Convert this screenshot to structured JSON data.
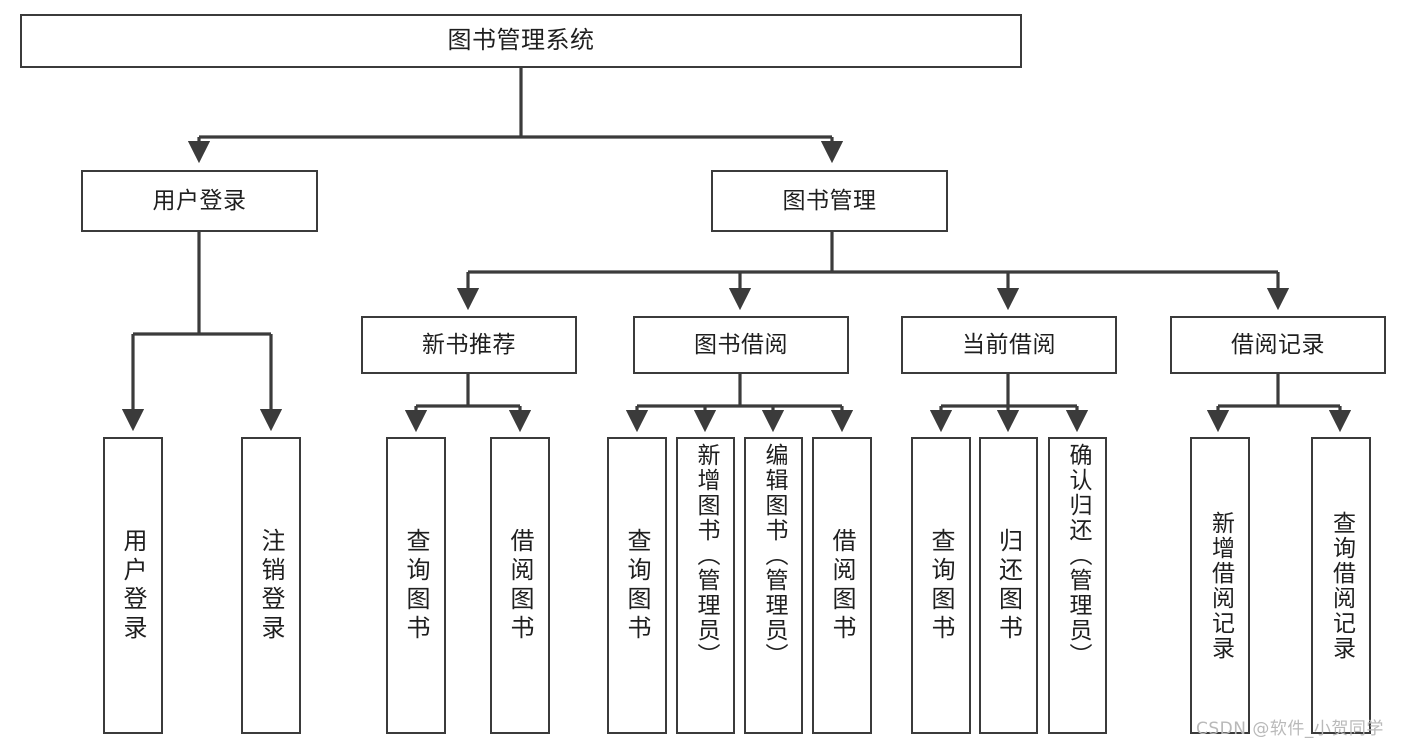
{
  "diagram": {
    "type": "tree-hierarchy",
    "title": "图书管理系统",
    "background_color": "#ffffff",
    "line_color": "#3b3b3b",
    "text_color": "#1f1f1f",
    "nodes": {
      "root": {
        "label": "图书管理系统"
      },
      "level2": [
        {
          "id": "user-login",
          "label": "用户登录"
        },
        {
          "id": "book-manage",
          "label": "图书管理"
        }
      ],
      "level3": [
        {
          "id": "new-book-recommend",
          "label": "新书推荐"
        },
        {
          "id": "book-borrow",
          "label": "图书借阅"
        },
        {
          "id": "current-borrow",
          "label": "当前借阅"
        },
        {
          "id": "borrow-record",
          "label": "借阅记录"
        }
      ],
      "leaves": [
        {
          "id": "leaf-user-login",
          "label": "用户登录",
          "parent": "user-login"
        },
        {
          "id": "leaf-logout-login",
          "label": "注销登录",
          "parent": "user-login"
        },
        {
          "id": "leaf-query-book-1",
          "label": "查询图书",
          "parent": "new-book-recommend"
        },
        {
          "id": "leaf-borrow-book-1",
          "label": "借阅图书",
          "parent": "new-book-recommend"
        },
        {
          "id": "leaf-query-book-2",
          "label": "查询图书",
          "parent": "book-borrow"
        },
        {
          "id": "leaf-add-book",
          "label": "新增图书（管理员）",
          "parent": "book-borrow"
        },
        {
          "id": "leaf-edit-book",
          "label": "编辑图书（管理员）",
          "parent": "book-borrow"
        },
        {
          "id": "leaf-borrow-book-2",
          "label": "借阅图书",
          "parent": "book-borrow"
        },
        {
          "id": "leaf-query-book-3",
          "label": "查询图书",
          "parent": "current-borrow"
        },
        {
          "id": "leaf-return-book",
          "label": "归还图书",
          "parent": "current-borrow"
        },
        {
          "id": "leaf-confirm-return",
          "label": "确认归还（管理员）",
          "parent": "current-borrow"
        },
        {
          "id": "leaf-add-record",
          "label": "新增借阅记录",
          "parent": "borrow-record"
        },
        {
          "id": "leaf-query-record",
          "label": "查询借阅记录",
          "parent": "borrow-record"
        }
      ]
    }
  },
  "watermark": {
    "text": "CSDN @软件_小贺同学"
  }
}
